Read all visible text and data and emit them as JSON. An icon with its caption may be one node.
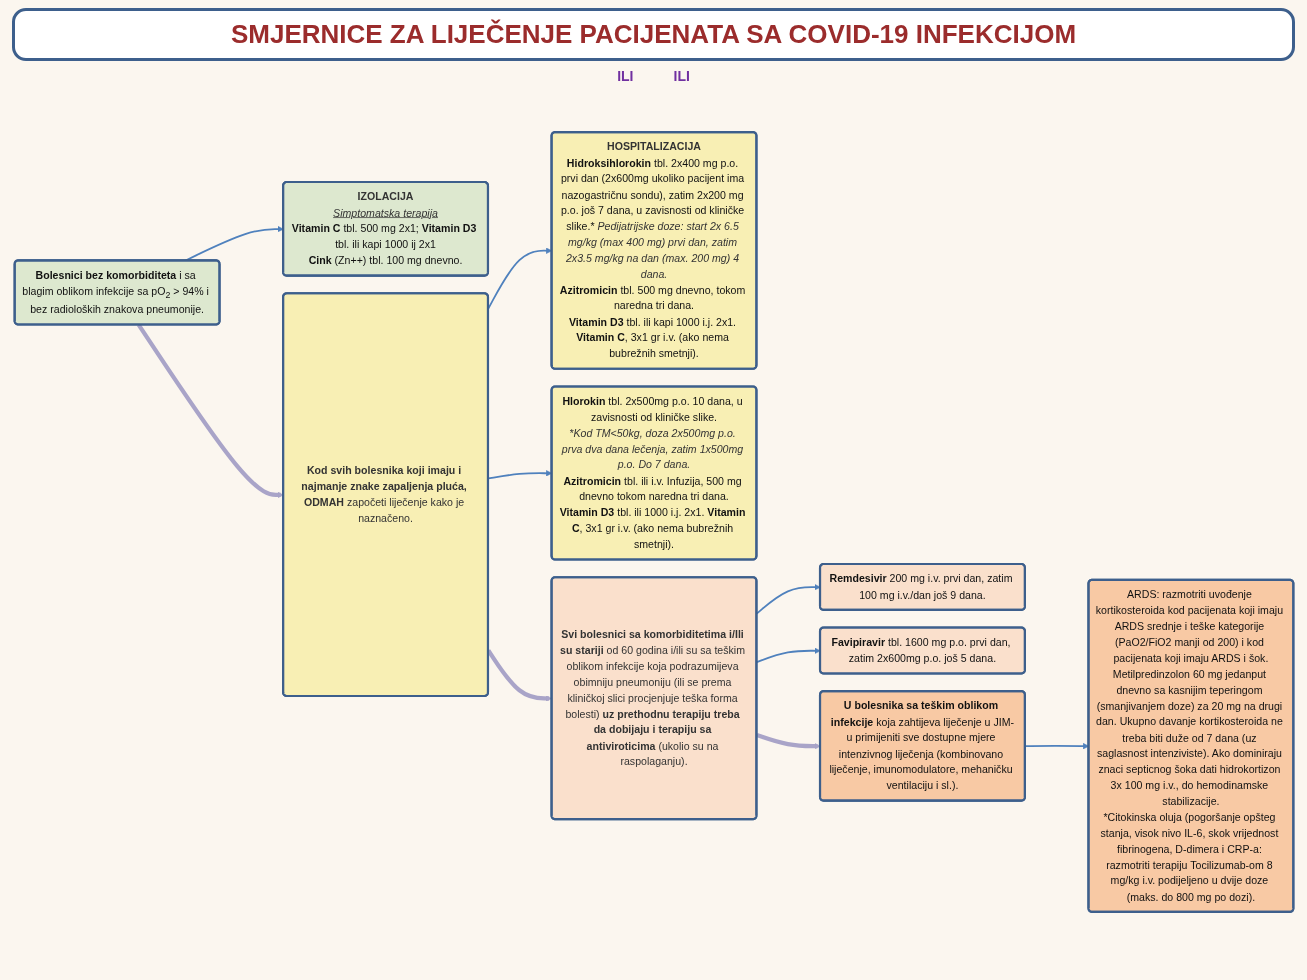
{
  "diagram": {
    "title": "SMJERNICE ZA LIJEČENJE PACIJENATA SA COVID-19 INFEKCIJOM",
    "nodes": [
      {
        "text": [
          "**Bolesnici bez komorbiditeta** i sa blagim oblikom infekcije sa pO$_{2}$ > 94% i bez radioloških znakova pneumonije."
        ]
      },
      {
        "text": [
          "IZOLACIJA",
          "Simptomatska terapija",
          "**Vitamin C** tbl. 500 mg 2x1; **Vitamin D3** tbl. ili kapi 1000 ij 2x1",
          "**Cink** (Zn++) tbl. 100 mg dnevno."
        ]
      },
      {
        "text": [
          "**Kod svih bolesnika koji imaju i najmanje znake zapaljenja pluća, ODMAH** započeti liječenje kako je naznačeno."
        ]
      },
      {
        "text": [
          "HOSPITALIZACIJA",
          "**Hidroksihlorokin** tbl. 2x400 mg p.o. prvi dan (2x600mg ukoliko pacijent ima nazogastričnu sondu), zatim 2x200 mg p.o. još 7 dana, u zavisnosti od kliničke slike.*",
          "Pedijatrijske doze: start 2x 6.5 mg/kg (max 400 mg) prvi dan, zatim 2x3.5 mg/kg na dan (max. 200 mg) 4 dana.",
          "**Azitromicin** tbl. 500 mg dnevno, tokom naredna tri dana.",
          "**Vitamin D3** tbl. ili kapi 1000 i.j. 2x1. **Vitamin C**, 3x1 gr i.v. (ako nema bubrežnih smetnji)."
        ]
      },
      {
        "text": [
          "**Hlorokin** tbl. 2x500mg p.o. 10 dana, u zavisnosti od kliničke slike.",
          "*Kod TM<50kg, doza 2x500mg p.o. prva dva dana lečenja, zatim 1x500mg p.o. Do 7 dana.",
          "**Azitromicin** tbl. ili i.v. Infuzija, 500 mg dnevno tokom naredna tri dana.",
          "**Vitamin D3** tbl. ili 1000 i.j. 2x1. **Vitamin C**, 3x1 gr i.v. (ako nema bubrežnih smetnji)."
        ]
      },
      {
        "text": [
          "**Svi bolesnici sa komorbiditetima i/Ili su stariji** od 60 godina i/ili su sa teškim oblikom infekcije koja podrazumijeva obimniju pneumoniju (ili se prema kliničkoj slici procjenjuje teška forma bolesti) **uz prethodnu terapiju treba da dobijaju i terapiju sa antiviroticima** (ukolio su na raspolaganju)."
        ]
      },
      {
        "text": [
          "**Remdesivir** 200 mg i.v. prvi dan, zatim 100 mg i.v./dan još 9 dana."
        ]
      },
      {
        "text": [
          "**Favipiravir** tbl. 1600 mg p.o. prvi dan, zatim 2x600mg p.o. još 5 dana."
        ]
      },
      {
        "text": [
          "**U bolesnika sa teškim oblikom infekcije** koja zahtijeva liječenje u JIM-u primijeniti sve dostupne mjere intenzivnog liječenja (kombinovano liječenje, imunomodulatore, mehaničku ventilaciju i sl.)."
        ]
      },
      {
        "text": [
          "ARDS: razmotriti uvođenje kortikosteroida kod pacijenata koji imaju ARDS srednje i teške kategorije (PaO2/FiO2 manji od 200) i kod pacijenata koji imaju ARDS i šok.",
          "Metilpredinzolon 60 mg jedanput dnevno sa kasnijim teperingom (smanjivanjem doze) za 20 mg na drugi dan. Ukupno davanje kortikosteroida ne treba biti duže od 7 dana (uz saglasnost intenziviste). Ako dominiraju znaci septicnog šoka dati hidrokortizon 3x 100 mg i.v., do hemodinamske stabilizacije.",
          "*Citokinska oluja (pogoršanje opšteg stanja, visok nivo IL-6, skok vrijednost fibrinogena, D-dimera i CRP-a: razmotriti terapiju Tocilizumab-om 8 mg/kg i.v. podijeljeno u dvije doze (maks. do 800 mg po dozi)."
        ]
      }
    ],
    "edges": [
      {
        "from": 0,
        "to": 1,
        "arrow": "to"
      },
      {
        "from": 0,
        "to": 2,
        "arrow": "to",
        "style": "thick",
        "color": "#a9a4c8"
      },
      {
        "from": 2,
        "to": 3,
        "arrow": "to"
      },
      {
        "from": 2,
        "to": 4,
        "arrow": "to"
      },
      {
        "from": 2,
        "to": 5,
        "arrow": "to",
        "style": "thick",
        "color": "#a9a4c8"
      },
      {
        "from": 5,
        "to": 6,
        "arrow": "to"
      },
      {
        "from": 5,
        "to": 7,
        "arrow": "to"
      },
      {
        "from": 5,
        "to": 8,
        "arrow": "to",
        "style": "thick",
        "color": "#a9a4c8"
      },
      {
        "from": 8,
        "to": 9,
        "arrow": "to"
      }
    ],
    "labels": [
      "ILI",
      "ILI"
    ]
  }
}
